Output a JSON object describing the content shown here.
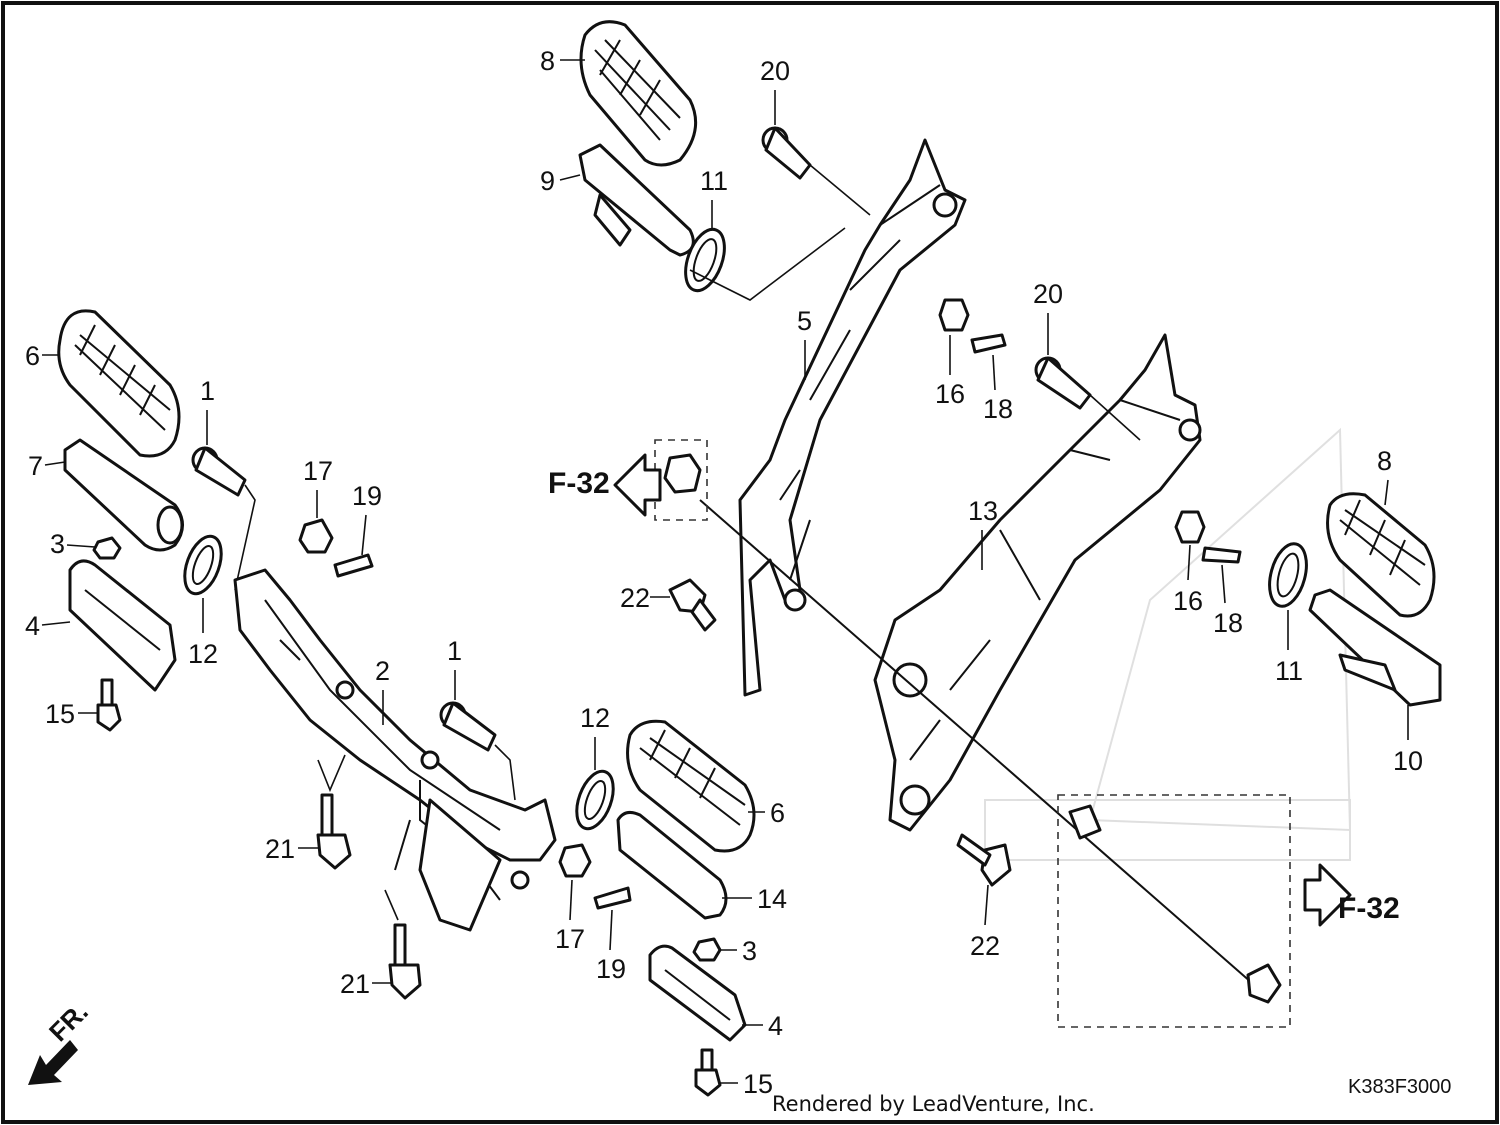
{
  "callouts": {
    "c1a": "1",
    "c1b": "1",
    "c2": "2",
    "c3a": "3",
    "c3b": "3",
    "c4a": "4",
    "c4b": "4",
    "c5": "5",
    "c6a": "6",
    "c6b": "6",
    "c7": "7",
    "c8a": "8",
    "c8b": "8",
    "c9": "9",
    "c10": "10",
    "c11a": "11",
    "c11b": "11",
    "c12a": "12",
    "c12b": "12",
    "c13": "13",
    "c14": "14",
    "c15a": "15",
    "c15b": "15",
    "c16a": "16",
    "c16b": "16",
    "c17a": "17",
    "c17b": "17",
    "c18a": "18",
    "c18b": "18",
    "c19a": "19",
    "c19b": "19",
    "c20a": "20",
    "c20b": "20",
    "c21a": "21",
    "c21b": "21",
    "c22a": "22",
    "c22b": "22"
  },
  "refs": {
    "ref_left": "F-32",
    "ref_right": "F-32"
  },
  "direction": "FR.",
  "diagram_code": "K383F3000",
  "credit": "Rendered by LeadVenture, Inc."
}
